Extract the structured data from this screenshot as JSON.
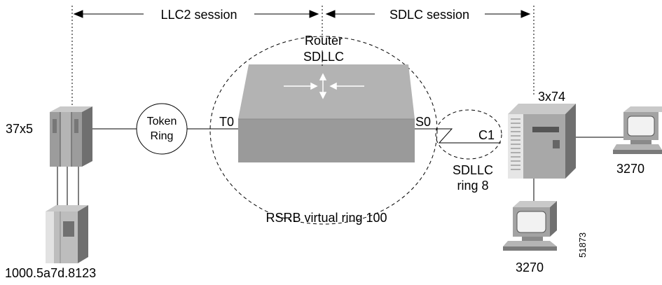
{
  "sessions": {
    "llc2": "LLC2 session",
    "sdlc": "SDLC session"
  },
  "router": {
    "line1": "Router",
    "line2": "SDLLC",
    "port_left": "T0",
    "port_right": "S0"
  },
  "token_ring": {
    "line1": "Token",
    "line2": "Ring"
  },
  "fep": {
    "label": "37x5"
  },
  "host": {
    "address": "1000.5a7d.8123"
  },
  "controller": {
    "label": "3x74",
    "port": "C1"
  },
  "sdllc_ring": {
    "line1": "SDLLC",
    "line2": "ring 8"
  },
  "rsrb": {
    "label": "RSRB virtual ring 100"
  },
  "terminals": {
    "right": "3270",
    "bottom": "3270"
  },
  "figure_id": "51873",
  "colors": {
    "router_top": "#b3b3b3",
    "router_front": "#9a9a9a",
    "device_dark": "#6f6f6f",
    "device_mid": "#9c9c9c",
    "device_light": "#c9c9c9",
    "screen": "#f2f2f2"
  }
}
